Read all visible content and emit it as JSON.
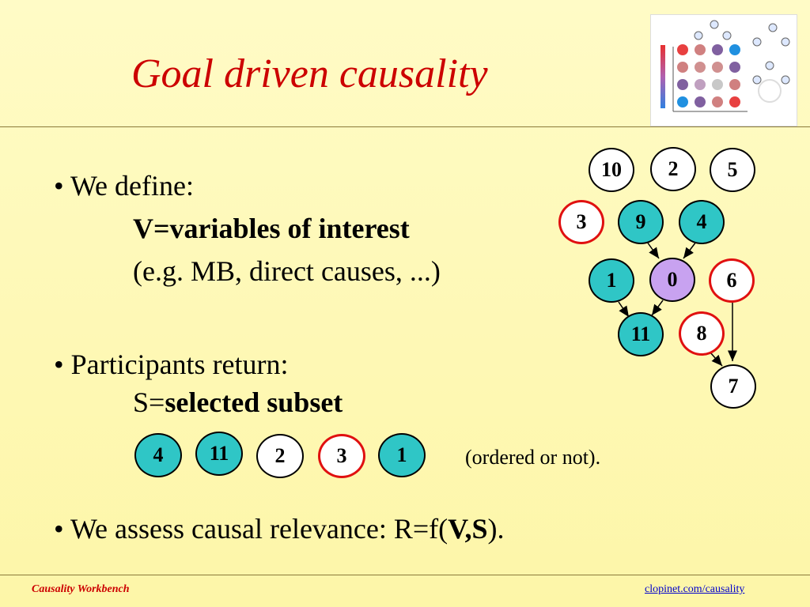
{
  "title": "Goal driven causality",
  "bullets": {
    "b1": "• We define:",
    "b1_v": "V=variables of interest",
    "b1_eg": "(e.g. MB, direct causes, ...)",
    "b2": "• Participants return:",
    "b2_s_prefix": "S=",
    "b2_s_bold": "selected subset",
    "b2_note": "(ordered or not).",
    "b3_prefix": "• We assess causal relevance: R=f(",
    "b3_bold": "V,S",
    "b3_suffix": ")."
  },
  "graph_nodes": [
    {
      "label": "10",
      "style": "white"
    },
    {
      "label": "2",
      "style": "white"
    },
    {
      "label": "5",
      "style": "white"
    },
    {
      "label": "3",
      "style": "red"
    },
    {
      "label": "9",
      "style": "teal"
    },
    {
      "label": "4",
      "style": "teal"
    },
    {
      "label": "1",
      "style": "teal"
    },
    {
      "label": "0",
      "style": "purple"
    },
    {
      "label": "6",
      "style": "red"
    },
    {
      "label": "11",
      "style": "teal"
    },
    {
      "label": "8",
      "style": "red"
    },
    {
      "label": "7",
      "style": "white"
    }
  ],
  "subset_nodes": [
    {
      "label": "4",
      "style": "teal"
    },
    {
      "label": "11",
      "style": "teal"
    },
    {
      "label": "2",
      "style": "white"
    },
    {
      "label": "3",
      "style": "red"
    },
    {
      "label": "1",
      "style": "teal"
    }
  ],
  "footer": {
    "left": "Causality Workbench",
    "right": "clopinet.com/causality"
  }
}
